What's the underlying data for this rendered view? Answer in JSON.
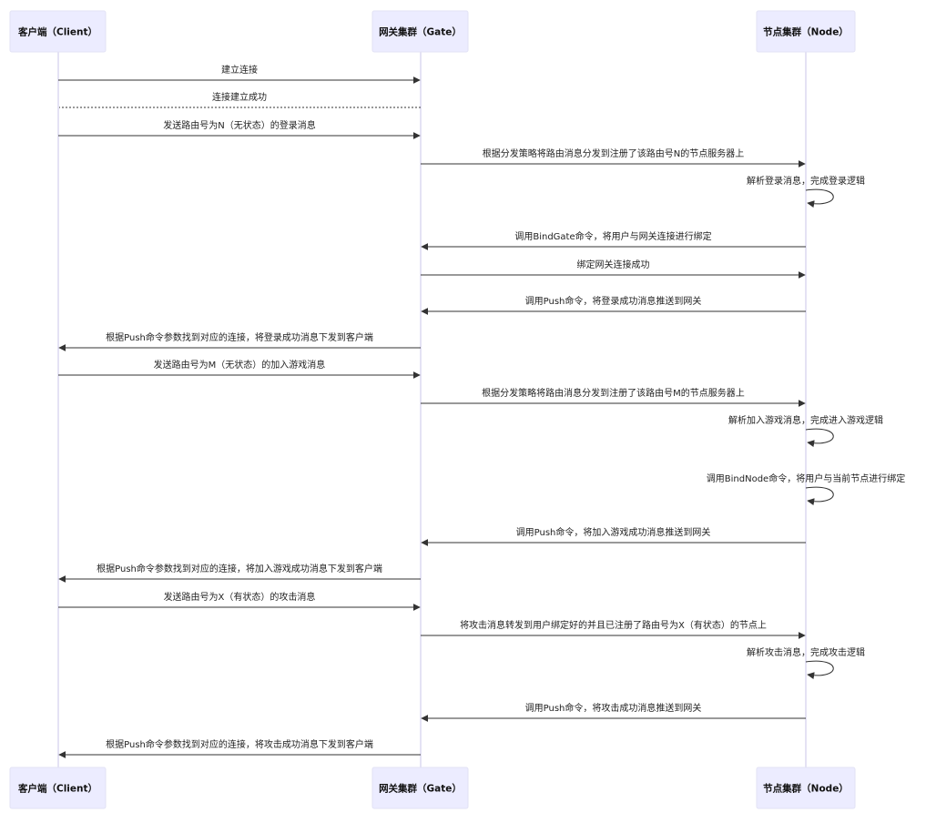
{
  "actors": [
    {
      "id": "client",
      "label": "客户端（Client）"
    },
    {
      "id": "gate",
      "label": "网关集群（Gate）"
    },
    {
      "id": "node",
      "label": "节点集群（Node）"
    }
  ],
  "messages": [
    {
      "from": "client",
      "to": "gate",
      "text": "建立连接",
      "style": "solid"
    },
    {
      "from": "gate",
      "to": "client",
      "text": "连接建立成功",
      "style": "dotted"
    },
    {
      "from": "client",
      "to": "gate",
      "text": "发送路由号为N（无状态）的登录消息",
      "style": "solid"
    },
    {
      "from": "gate",
      "to": "node",
      "text": "根据分发策略将路由消息分发到注册了该路由号N的节点服务器上",
      "style": "solid"
    },
    {
      "from": "node",
      "to": "node",
      "text": "解析登录消息，完成登录逻辑",
      "style": "solid"
    },
    {
      "from": "node",
      "to": "gate",
      "text": "调用BindGate命令，将用户与网关连接进行绑定",
      "style": "solid"
    },
    {
      "from": "gate",
      "to": "node",
      "text": "绑定网关连接成功",
      "style": "solid"
    },
    {
      "from": "node",
      "to": "gate",
      "text": "调用Push命令，将登录成功消息推送到网关",
      "style": "solid"
    },
    {
      "from": "gate",
      "to": "client",
      "text": "根据Push命令参数找到对应的连接，将登录成功消息下发到客户端",
      "style": "solid"
    },
    {
      "from": "client",
      "to": "gate",
      "text": "发送路由号为M（无状态）的加入游戏消息",
      "style": "solid"
    },
    {
      "from": "gate",
      "to": "node",
      "text": "根据分发策略将路由消息分发到注册了该路由号M的节点服务器上",
      "style": "solid"
    },
    {
      "from": "node",
      "to": "node",
      "text": "解析加入游戏消息，完成进入游戏逻辑",
      "style": "solid"
    },
    {
      "from": "node",
      "to": "node",
      "text": "调用BindNode命令，将用户与当前节点进行绑定",
      "style": "solid"
    },
    {
      "from": "node",
      "to": "gate",
      "text": "调用Push命令，将加入游戏成功消息推送到网关",
      "style": "solid"
    },
    {
      "from": "gate",
      "to": "client",
      "text": "根据Push命令参数找到对应的连接，将加入游戏成功消息下发到客户端",
      "style": "solid"
    },
    {
      "from": "client",
      "to": "gate",
      "text": "发送路由号为X（有状态）的攻击消息",
      "style": "solid"
    },
    {
      "from": "gate",
      "to": "node",
      "text": "将攻击消息转发到用户绑定好的并且已注册了路由号为X（有状态）的节点上",
      "style": "solid"
    },
    {
      "from": "node",
      "to": "node",
      "text": "解析攻击消息，完成攻击逻辑",
      "style": "solid"
    },
    {
      "from": "node",
      "to": "gate",
      "text": "调用Push命令，将攻击成功消息推送到网关",
      "style": "solid"
    },
    {
      "from": "gate",
      "to": "client",
      "text": "根据Push命令参数找到对应的连接，将攻击成功消息下发到客户端",
      "style": "solid"
    }
  ],
  "colors": {
    "actor_fill": "#ececff",
    "actor_border": "#e2e2f5",
    "lifeline": "#c8c4e8",
    "message_line": "#333333",
    "text": "#222222"
  }
}
